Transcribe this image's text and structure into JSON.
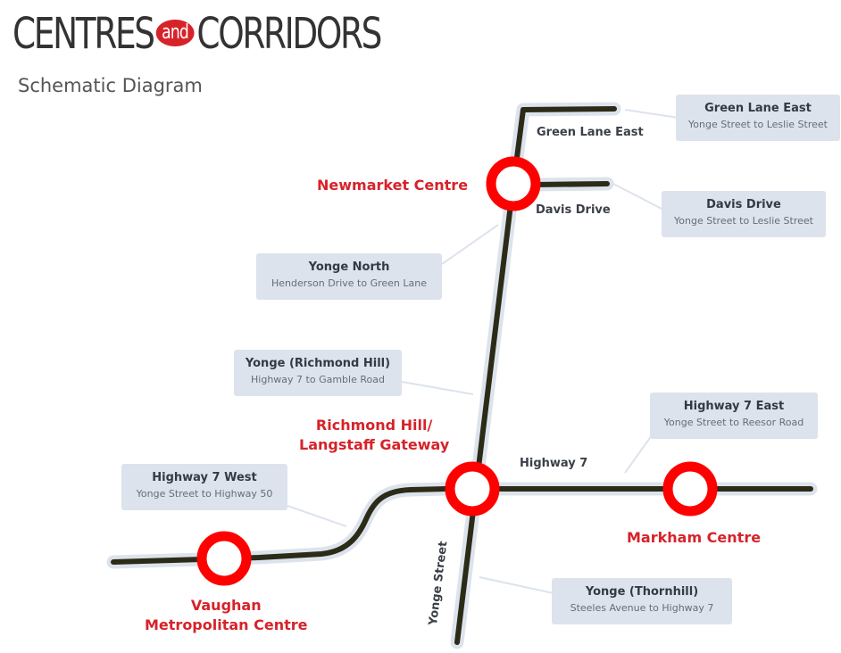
{
  "header": {
    "title_part1": "CENTRES",
    "title_and": "and",
    "title_part2": "CORRIDORS",
    "subtitle": "Schematic Diagram"
  },
  "colors": {
    "road": "#2b2b17",
    "road_halo": "#dde3ec",
    "centre_ring": "#ff0000",
    "centre_label": "#d6232a",
    "callout_bg": "#dde3ec"
  },
  "centres": {
    "newmarket": "Newmarket Centre",
    "richmond_line1": "Richmond Hill/",
    "richmond_line2": "Langstaff Gateway",
    "markham": "Markham Centre",
    "vaughan_line1": "Vaughan",
    "vaughan_line2": "Metropolitan Centre"
  },
  "roads": {
    "green_lane_east": "Green Lane East",
    "davis_drive": "Davis Drive",
    "highway_7": "Highway 7",
    "yonge_street": "Yonge Street"
  },
  "callouts": {
    "green_lane_east": {
      "title": "Green Lane East",
      "subtitle": "Yonge Street to Leslie Street"
    },
    "davis_drive": {
      "title": "Davis Drive",
      "subtitle": "Yonge Street to Leslie Street"
    },
    "yonge_north": {
      "title": "Yonge North",
      "subtitle": "Henderson Drive to Green Lane"
    },
    "yonge_richmond_hill": {
      "title": "Yonge (Richmond Hill)",
      "subtitle": "Highway 7 to Gamble Road"
    },
    "highway_7_east": {
      "title": "Highway 7 East",
      "subtitle": "Yonge Street to Reesor Road"
    },
    "highway_7_west": {
      "title": "Highway 7 West",
      "subtitle": "Yonge Street to Highway 50"
    },
    "yonge_thornhill": {
      "title": "Yonge (Thornhill)",
      "subtitle": "Steeles Avenue to Highway 7"
    }
  }
}
